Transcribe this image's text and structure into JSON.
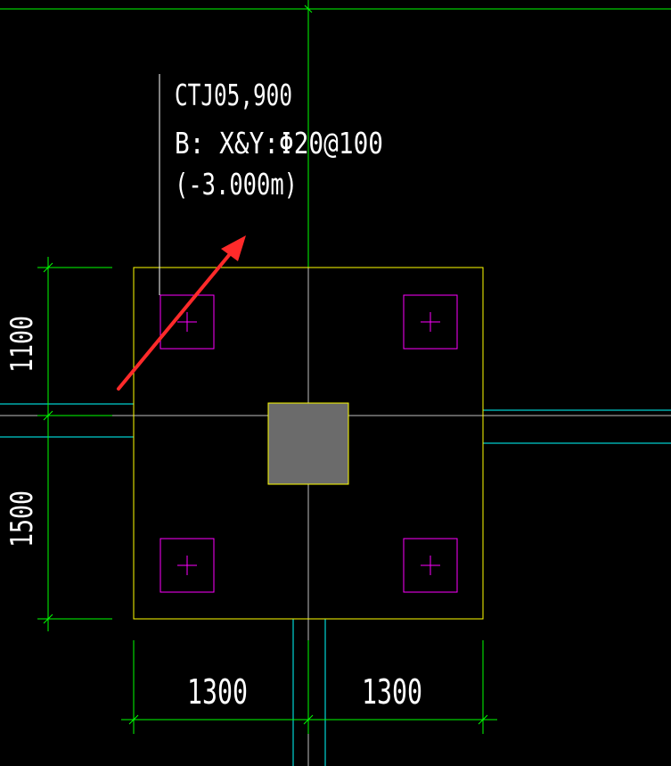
{
  "annotation": {
    "line1": "CTJ05,900",
    "line2": "B: X&Y:Φ20@100",
    "line3": "(-3.000m)"
  },
  "dimensions": {
    "vertical_top": "1100",
    "vertical_bottom": "1500",
    "horizontal_left": "1300",
    "horizontal_right": "1300"
  },
  "colors": {
    "background": "#000000",
    "axis_line": "#00ff00",
    "cap_outline": "#ffff00",
    "pile_outline": "#ff00ff",
    "beam_line": "#00ffff",
    "column_fill": "#6b6b6b",
    "arrow": "#ff2a2a",
    "text": "#ffffff"
  }
}
